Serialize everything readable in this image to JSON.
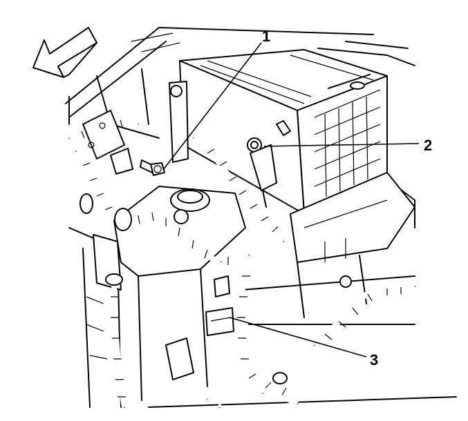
{
  "callouts": [
    {
      "label": "1"
    },
    {
      "label": "2"
    },
    {
      "label": "3"
    }
  ],
  "icons": {
    "direction": "forward-arrow-icon"
  }
}
